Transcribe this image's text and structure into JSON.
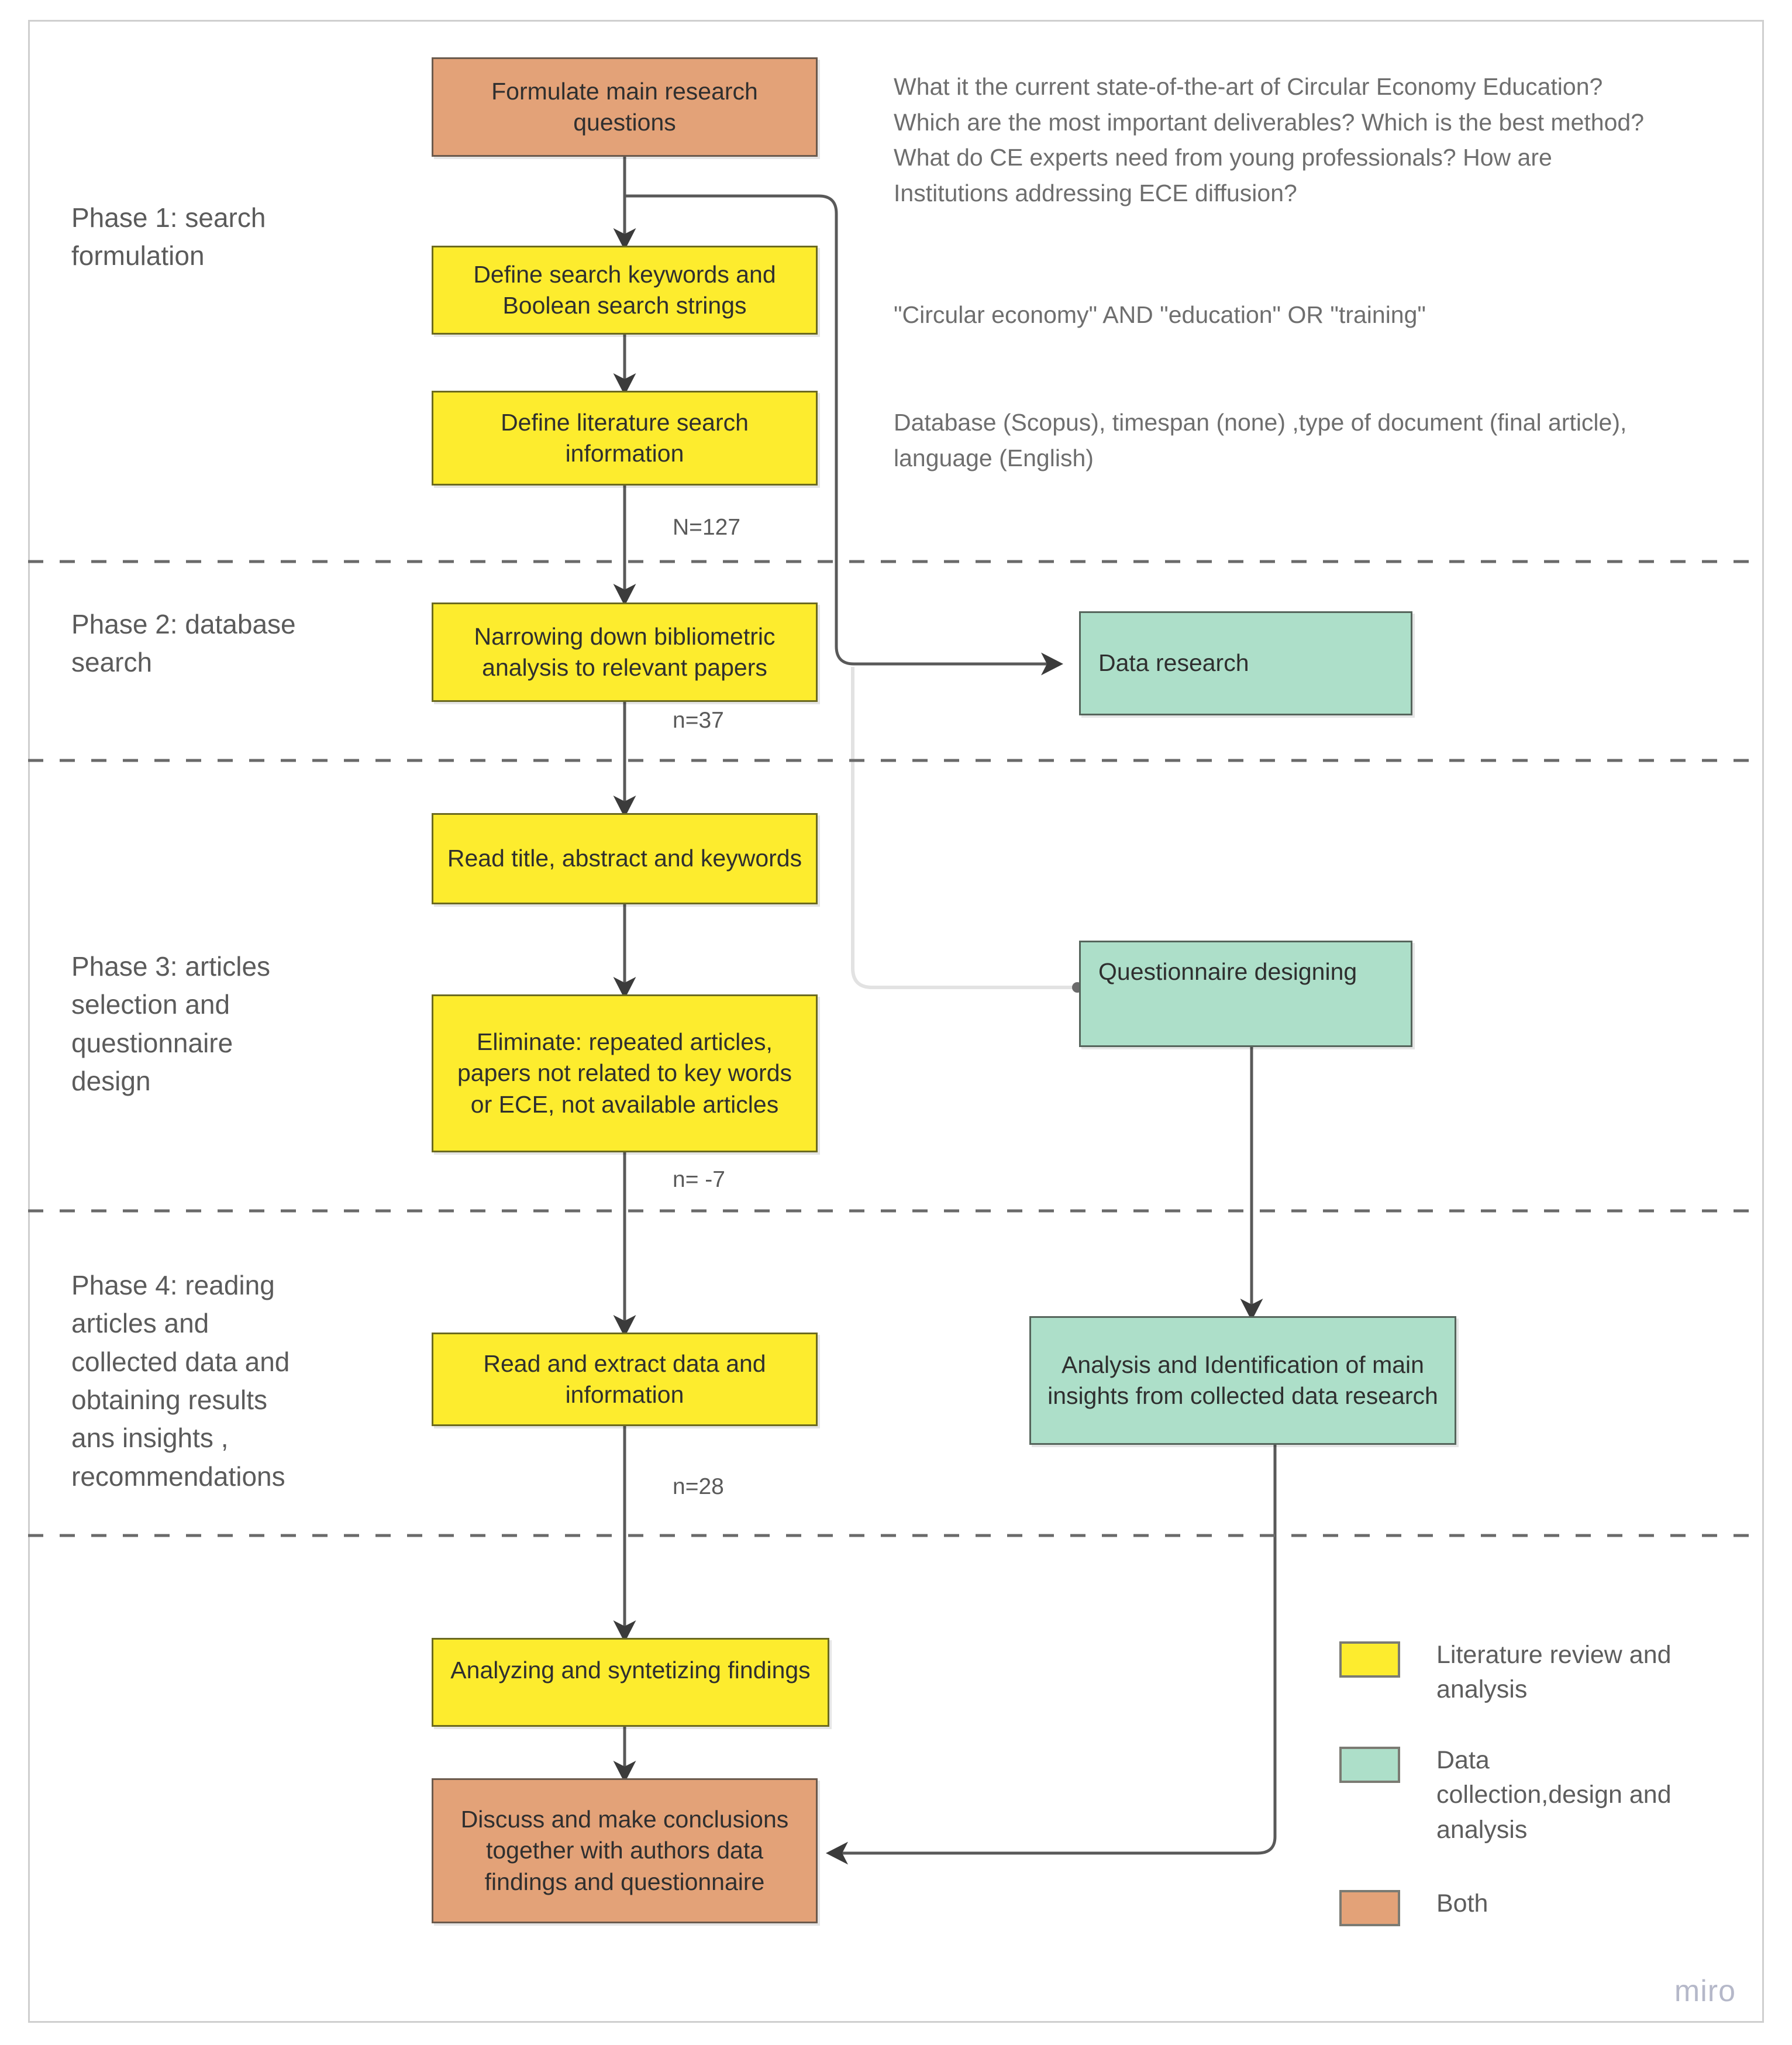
{
  "meta": {
    "watermark": "miro",
    "colors": {
      "literature": "#fdec2e",
      "data": "#addfc9",
      "both": "#e3a278",
      "line": "#595959",
      "faint_line": "#dcdcdc",
      "text": "#5b5b5b"
    }
  },
  "phases": [
    {
      "label": "Phase 1: search\nformulation"
    },
    {
      "label": "Phase 2: database\nsearch"
    },
    {
      "label": "Phase 3: articles\nselection and\nquestionnaire\ndesign"
    },
    {
      "label": "Phase 4: reading\narticles and\ncollected data and\nobtaining results\nans insights ,\nrecommendations"
    }
  ],
  "nodes": {
    "formulate": {
      "text": "Formulate main research questions",
      "type": "both"
    },
    "keywords": {
      "text": "Define search keywords and Boolean search strings",
      "type": "literature"
    },
    "searchinfo": {
      "text": "Define literature search information",
      "type": "literature"
    },
    "narrowing": {
      "text": "Narrowing down bibliometric analysis to relevant papers",
      "type": "literature"
    },
    "readtitle": {
      "text": "Read title, abstract and keywords",
      "type": "literature"
    },
    "eliminate": {
      "text": "Eliminate: repeated articles, papers not related to key words or ECE, not available articles",
      "type": "literature"
    },
    "readextract": {
      "text": "Read and extract data and information",
      "type": "literature"
    },
    "analyzing": {
      "text": "Analyzing and syntetizing findings",
      "type": "literature"
    },
    "discuss": {
      "text": "Discuss and make conclusions together with authors data findings and questionnaire",
      "type": "both"
    },
    "dataresearch": {
      "text": "Data research",
      "type": "data"
    },
    "questionnaire": {
      "text": "Questionnaire designing",
      "type": "data"
    },
    "insights": {
      "text": "Analysis and Identification of main insights from collected data research",
      "type": "data"
    }
  },
  "notes": [
    {
      "text": "What it the current state-of-the-art of Circular Economy Education? Which are the most important deliverables? Which is the best method? What do CE experts need from young professionals? How are Institutions addressing ECE diffusion?"
    },
    {
      "text": "\"Circular economy\" AND \"education\" OR \"training\""
    },
    {
      "text": "Database (Scopus), timespan (none) ,type of document (final article), language (English)"
    }
  ],
  "edge_labels": [
    {
      "text": "N=127"
    },
    {
      "text": "n=37"
    },
    {
      "text": "n= -7"
    },
    {
      "text": "n=28"
    }
  ],
  "legend": {
    "items": [
      {
        "label": "Literature review and analysis",
        "color": "#fdec2e"
      },
      {
        "label": "Data collection,design and analysis",
        "color": "#addfc9"
      },
      {
        "label": "Both",
        "color": "#e3a278"
      }
    ]
  }
}
